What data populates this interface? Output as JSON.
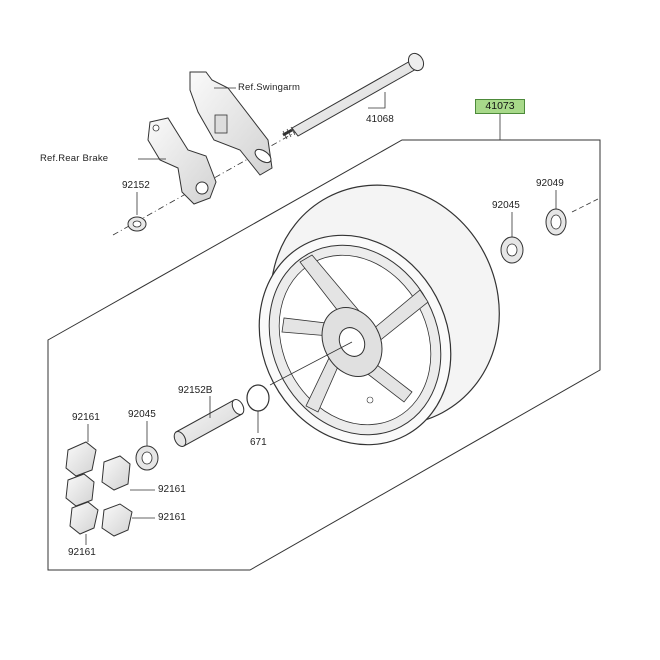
{
  "assembly": {
    "part_number": "41073",
    "highlight_color": "#a8d98a"
  },
  "labels": {
    "ref_swingarm": "Ref.Swingarm",
    "ref_rear_brake": "Ref.Rear Brake",
    "axle": "41068",
    "collar_left": "92152",
    "oil_seal_right": "92049",
    "bearing_right": "92045",
    "collar_center": "92152B",
    "o_ring": "671",
    "bearing_left": "92045",
    "damper_top": "92161",
    "damper_mid": "92161",
    "damper_lower": "92161",
    "damper_bottom": "92161"
  },
  "colors": {
    "line": "#333333",
    "part_fill": "#f2f2f2",
    "part_shade": "#d7d7d7"
  }
}
